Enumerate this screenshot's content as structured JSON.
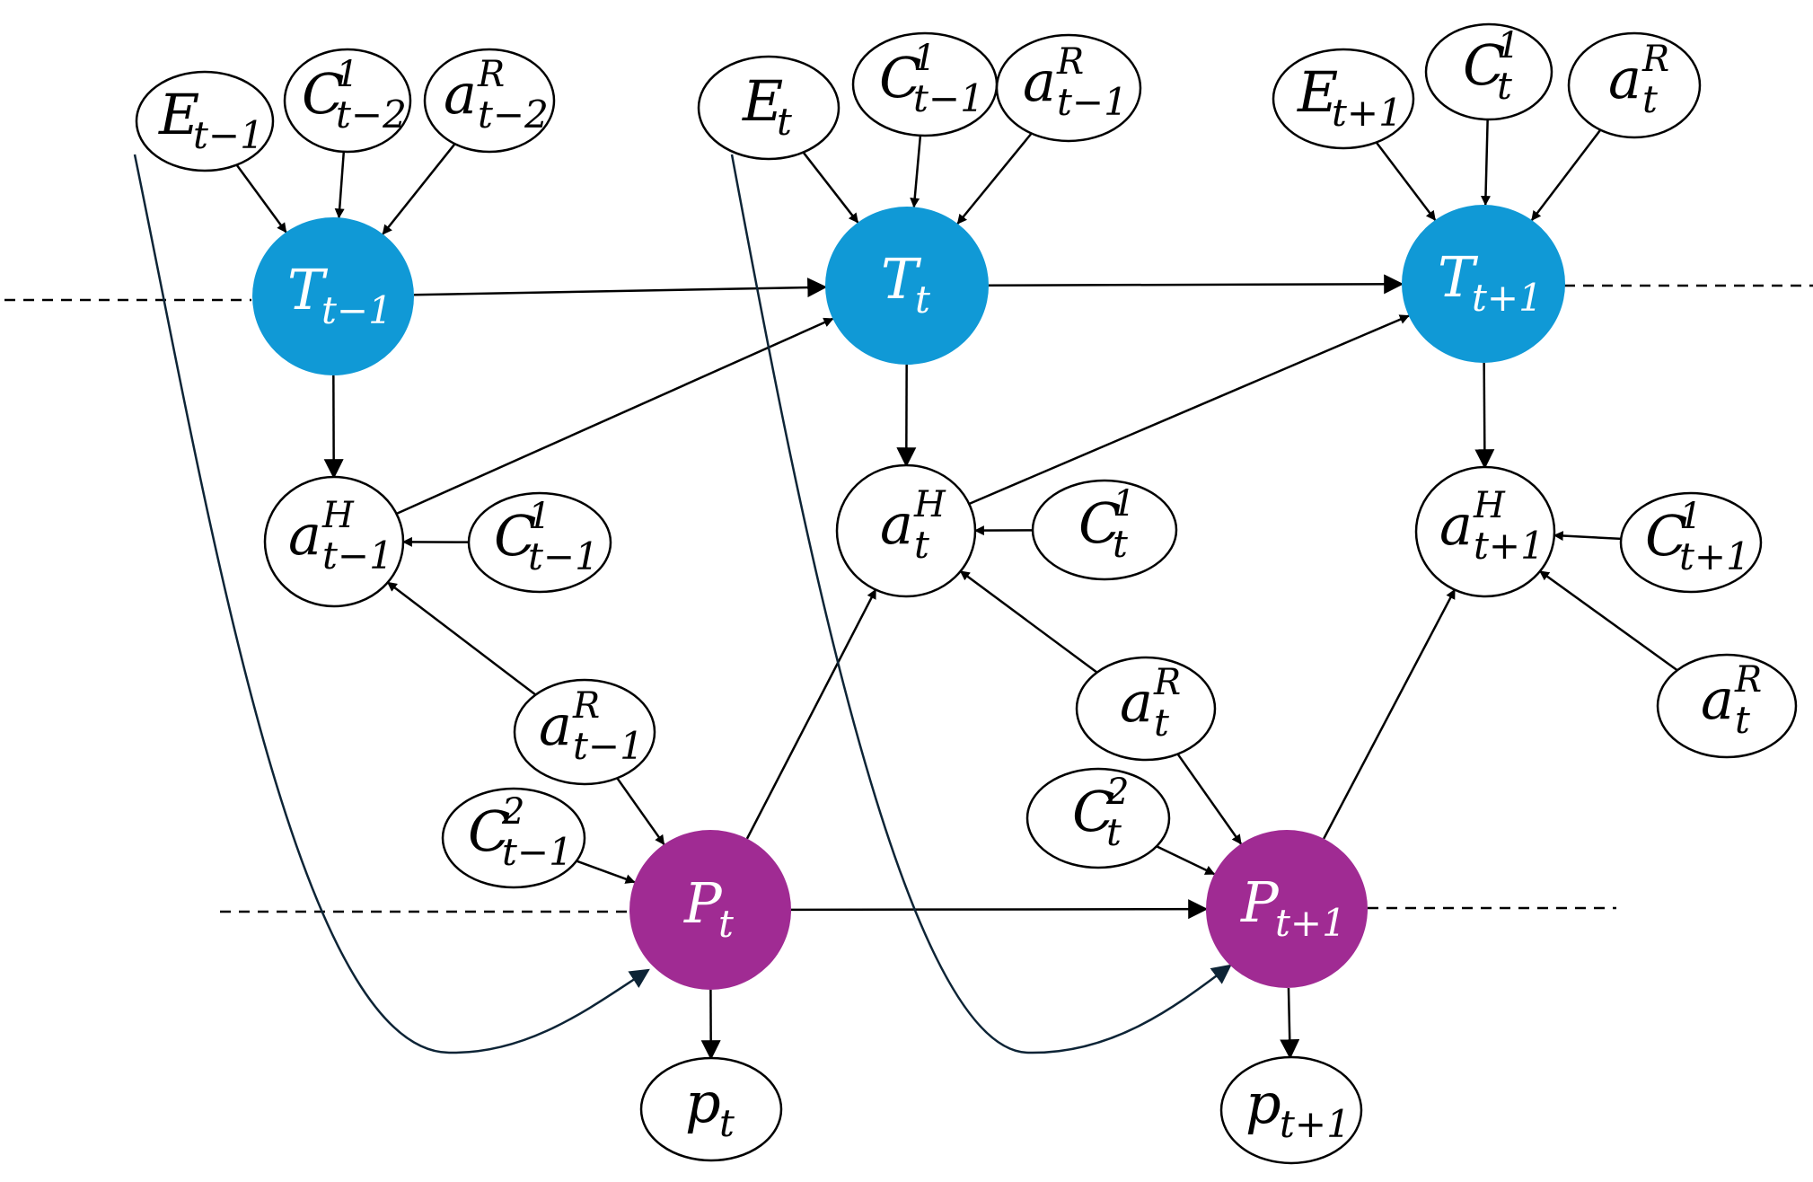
{
  "colors": {
    "T_fill": "#1099D6",
    "P_fill": "#A02B93",
    "text_on_fill": "#FFFFFF",
    "stroke": "#000000",
    "curve_stroke": "#0D2436"
  },
  "nodes": {
    "E_tm1": {
      "base": "E",
      "sub": "t−1",
      "sup": ""
    },
    "C1_tm2": {
      "base": "C",
      "sub": "t−2",
      "sup": "1"
    },
    "aR_tm2": {
      "base": "a",
      "sub": "t−2",
      "sup": "R"
    },
    "E_t": {
      "base": "E",
      "sub": "t",
      "sup": ""
    },
    "C1_tm1_top": {
      "base": "C",
      "sub": "t−1",
      "sup": "1"
    },
    "aR_tm1_top": {
      "base": "a",
      "sub": "t−1",
      "sup": "R"
    },
    "E_tp1": {
      "base": "E",
      "sub": "t+1",
      "sup": ""
    },
    "C1_t_top": {
      "base": "C",
      "sub": "t",
      "sup": "1"
    },
    "aR_t_top": {
      "base": "a",
      "sub": "t",
      "sup": "R"
    },
    "T_tm1": {
      "base": "T",
      "sub": "t−1",
      "sup": ""
    },
    "T_t": {
      "base": "T",
      "sub": "t",
      "sup": ""
    },
    "T_tp1": {
      "base": "T",
      "sub": "t+1",
      "sup": ""
    },
    "aH_tm1": {
      "base": "a",
      "sub": "t−1",
      "sup": "H"
    },
    "C1_tm1_mid": {
      "base": "C",
      "sub": "t−1",
      "sup": "1"
    },
    "aH_t": {
      "base": "a",
      "sub": "t",
      "sup": "H"
    },
    "C1_t_mid": {
      "base": "C",
      "sub": "t",
      "sup": "1"
    },
    "aH_tp1": {
      "base": "a",
      "sub": "t+1",
      "sup": "H"
    },
    "C1_tp1": {
      "base": "C",
      "sub": "t+1",
      "sup": "1"
    },
    "aR_tm1_low": {
      "base": "a",
      "sub": "t−1",
      "sup": "R"
    },
    "aR_t_low": {
      "base": "a",
      "sub": "t",
      "sup": "R"
    },
    "aR_t_right": {
      "base": "a",
      "sub": "t",
      "sup": "R"
    },
    "C2_tm1": {
      "base": "C",
      "sub": "t−1",
      "sup": "2"
    },
    "C2_t": {
      "base": "C",
      "sub": "t",
      "sup": "2"
    },
    "P_t": {
      "base": "P",
      "sub": "t",
      "sup": ""
    },
    "P_tp1": {
      "base": "P",
      "sub": "t+1",
      "sup": ""
    },
    "p_t": {
      "base": "p",
      "sub": "t",
      "sup": ""
    },
    "p_tp1": {
      "base": "p",
      "sub": "t+1",
      "sup": ""
    }
  }
}
